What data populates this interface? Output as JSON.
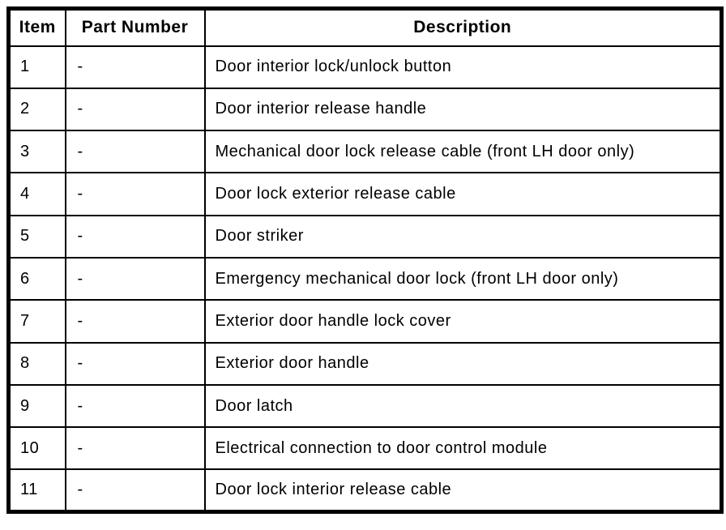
{
  "colors": {
    "border": "#000000",
    "background": "#ffffff",
    "text": "#000000"
  },
  "table": {
    "columns": [
      {
        "key": "item",
        "label": "Item"
      },
      {
        "key": "part_number",
        "label": "Part Number"
      },
      {
        "key": "description",
        "label": "Description"
      }
    ],
    "rows": [
      {
        "item": "1",
        "part_number": "-",
        "description": "Door interior lock/unlock button"
      },
      {
        "item": "2",
        "part_number": "-",
        "description": "Door interior release handle"
      },
      {
        "item": "3",
        "part_number": "-",
        "description": "Mechanical door lock release cable (front LH door only)"
      },
      {
        "item": "4",
        "part_number": "-",
        "description": "Door lock exterior release cable"
      },
      {
        "item": "5",
        "part_number": "-",
        "description": "Door striker"
      },
      {
        "item": "6",
        "part_number": "-",
        "description": "Emergency mechanical door lock (front LH door only)"
      },
      {
        "item": "7",
        "part_number": "-",
        "description": "Exterior door handle lock cover"
      },
      {
        "item": "8",
        "part_number": "-",
        "description": "Exterior door handle"
      },
      {
        "item": "9",
        "part_number": "-",
        "description": "Door latch"
      },
      {
        "item": "10",
        "part_number": "-",
        "description": "Electrical connection to door control module"
      },
      {
        "item": "11",
        "part_number": "-",
        "description": "Door lock interior release cable"
      }
    ]
  }
}
